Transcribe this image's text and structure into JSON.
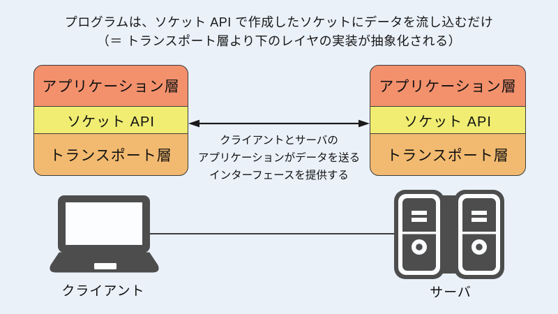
{
  "title": {
    "line1": "プログラムは、ソケット API で作成したソケットにデータを流し込むだけ",
    "line2": "（＝ トランスポート層より下のレイヤの実装が抽象化される）"
  },
  "stacks": {
    "client": {
      "layers": [
        "アプリケーション層",
        "ソケット API",
        "トランスポート層"
      ]
    },
    "server": {
      "layers": [
        "アプリケーション層",
        "ソケット API",
        "トランスポート層"
      ]
    }
  },
  "arrow_note": {
    "line1": "クライアントとサーバの",
    "line2": "アプリケーションがデータを送る",
    "line3": "インターフェースを提供する"
  },
  "devices": {
    "client_label": "クライアント",
    "server_label": "サーバ"
  },
  "icons": {
    "client": "laptop-icon",
    "server": "server-towers-icon",
    "between_sockets": "double-headed-arrow-icon",
    "connection": "network-line"
  },
  "colors": {
    "background": "#EAF1F9",
    "application_layer": "#F3916D",
    "socket_api_layer": "#F0ED72",
    "transport_layer": "#F2BA70",
    "outline": "#3C3C3C",
    "device_gray": "#4D4D4D",
    "text": "#111111"
  }
}
